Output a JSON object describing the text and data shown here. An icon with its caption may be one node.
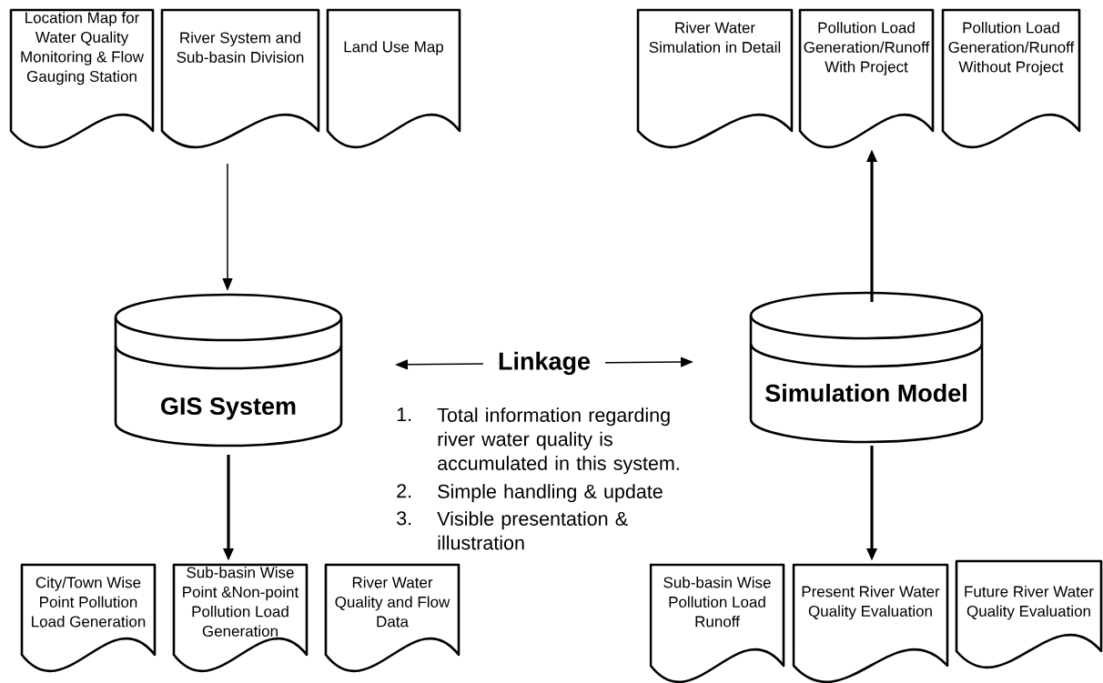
{
  "diagram": {
    "nodes": [
      {
        "text": [
          "Location Map for Water Quality Monitoring & Flow Gauging Station"
        ]
      },
      {
        "text": [
          "River System and Sub-basin Division"
        ]
      },
      {
        "text": [
          "Land Use Map"
        ]
      },
      {
        "text": [
          "GIS System"
        ]
      },
      {
        "text": [
          "City/Town Wise Point Pollution Load Generation"
        ]
      },
      {
        "text": [
          "Sub-basin Wise Point &Non-point Pollution Load Generation"
        ]
      },
      {
        "text": [
          "River Water Quality and Flow Data"
        ]
      },
      {
        "text": [
          "River Water Simulation in Detail"
        ]
      },
      {
        "text": [
          "Pollution Load Generation/Runoff With Project"
        ]
      },
      {
        "text": [
          "Pollution Load Generation/Runoff Without Project"
        ]
      },
      {
        "text": [
          "Simulation Model"
        ]
      },
      {
        "text": [
          "Sub-basin Wise Pollution Load Runoff"
        ]
      },
      {
        "text": [
          "Present River Water Quality Evaluation"
        ]
      },
      {
        "text": [
          "Future River Water Quality Evaluation"
        ]
      }
    ],
    "edges": [
      {
        "from": 1,
        "to": 3,
        "arrow": "to"
      },
      {
        "from": 3,
        "to": 5,
        "arrow": "to"
      },
      {
        "from": 3,
        "to": 10,
        "arrow": "both",
        "label": "Linkage"
      },
      {
        "from": 10,
        "to": 8,
        "arrow": "to"
      },
      {
        "from": 10,
        "to": 12,
        "arrow": "to"
      }
    ],
    "labels": [
      "1.",
      "Total information regarding river water quality is accumulated in this system.",
      "2.",
      "Simple handling & update",
      "3.",
      "Visible presentation & illustration"
    ]
  }
}
